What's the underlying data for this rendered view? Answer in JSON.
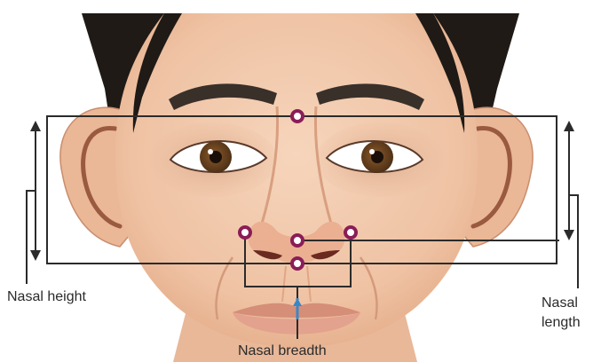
{
  "labels": {
    "nasal_height": "Nasal height",
    "nasal_breadth": "Nasal breadth",
    "nasal_length_line1": "Nasal",
    "nasal_length_line2": "length"
  },
  "colors": {
    "skin": "#f2c8ab",
    "hair": "#1f1a16",
    "eyebrow": "#3a302a",
    "iris": "#6a4524",
    "landmark": "#8a1d57",
    "bracket": "#2b2b2b",
    "philtrum_line": "#3b86c4"
  }
}
